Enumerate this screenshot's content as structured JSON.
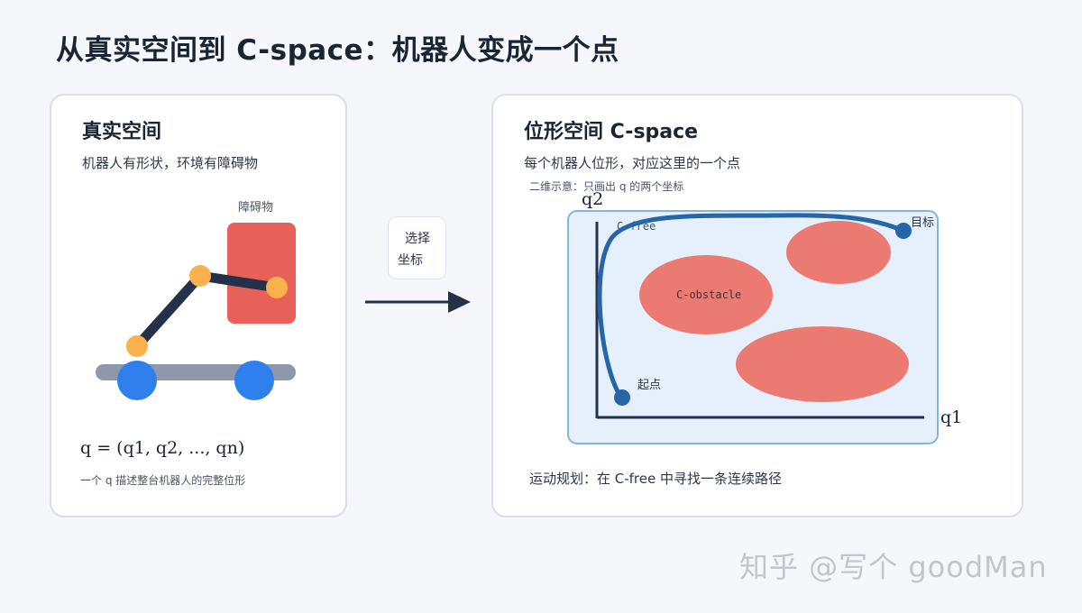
{
  "title": "从真实空间到 C-space：机器人变成一个点",
  "left_panel": {
    "title": "真实空间",
    "subtitle": "机器人有形状，环境有障碍物",
    "obstacle_label": "障碍物",
    "formula": "q = (q1, q2, ..., qn)",
    "formula_note": "一个 q 描述整台机器人的完整位形"
  },
  "arrow": {
    "label_line1": "选择",
    "label_line2": "坐标"
  },
  "right_panel": {
    "title": "位形空间 C-space",
    "subtitle": "每个机器人位形，对应这里的一个点",
    "hint": "二维示意：只画出 q 的两个坐标",
    "axis_x": "q1",
    "axis_y": "q2",
    "cfree_label": "C-free",
    "cobstacle_label": "C-obstacle",
    "start_label": "起点",
    "goal_label": "目标",
    "bottom_note": "运动规划：在 C-free 中寻找一条连续路径"
  },
  "colors": {
    "obstacle": "#e8605a",
    "obstacle_soft": "#eb7a72",
    "wheel": "#2f80ed",
    "joint": "#fbb24d",
    "link": "#253149",
    "path": "#2565a8",
    "cspace_bg": "#e5f0fc"
  },
  "watermark": "知乎 @写个 goodMan"
}
